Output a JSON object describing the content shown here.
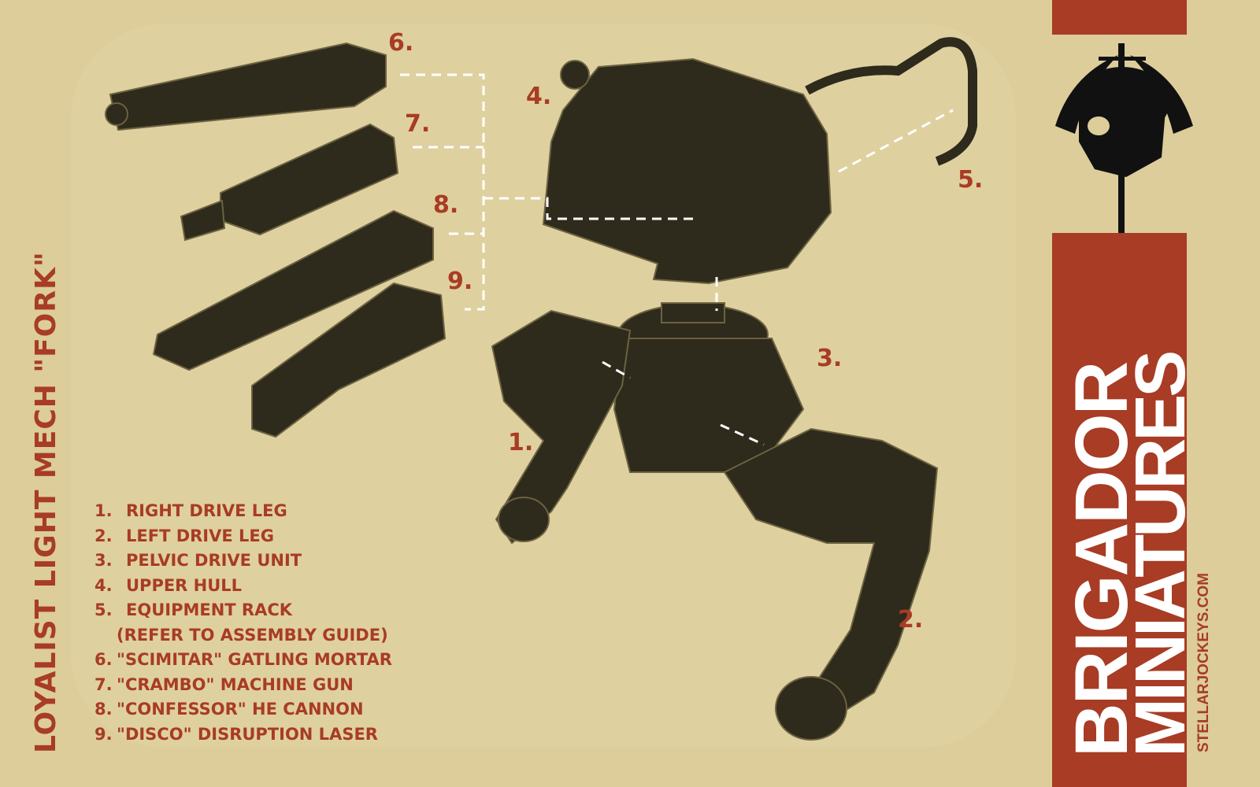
{
  "title": "LOYALIST LIGHT MECH \"FORK\"",
  "legend": [
    {
      "num": "1.",
      "label": "RIGHT DRIVE LEG"
    },
    {
      "num": "2.",
      "label": "LEFT DRIVE LEG"
    },
    {
      "num": "3.",
      "label": "PELVIC DRIVE UNIT"
    },
    {
      "num": "4.",
      "label": "UPPER HULL"
    },
    {
      "num": "5.",
      "label": "EQUIPMENT RACK"
    },
    {
      "num": "",
      "label": "(REFER TO ASSEMBLY GUIDE)"
    },
    {
      "num": "6.",
      "label": "\"SCIMITAR\" GATLING MORTAR"
    },
    {
      "num": "7.",
      "label": "\"CRAMBO\" MACHINE GUN"
    },
    {
      "num": "8.",
      "label": "\"CONFESSOR\" HE CANNON"
    },
    {
      "num": "9.",
      "label": "\"DISCO\" DISRUPTION LASER"
    }
  ],
  "callouts": {
    "c1": "1.",
    "c2": "2.",
    "c3": "3.",
    "c4": "4.",
    "c5": "5.",
    "c6": "6.",
    "c7": "7.",
    "c8": "8.",
    "c9": "9."
  },
  "brand": {
    "line1": "BRIGADOR",
    "line2": "MINIATURES",
    "website": "STELLARJOCKEYS.COM"
  },
  "colors": {
    "background": "#dccd9b",
    "accent": "#a83c24",
    "parts": "#2e2a1c"
  }
}
